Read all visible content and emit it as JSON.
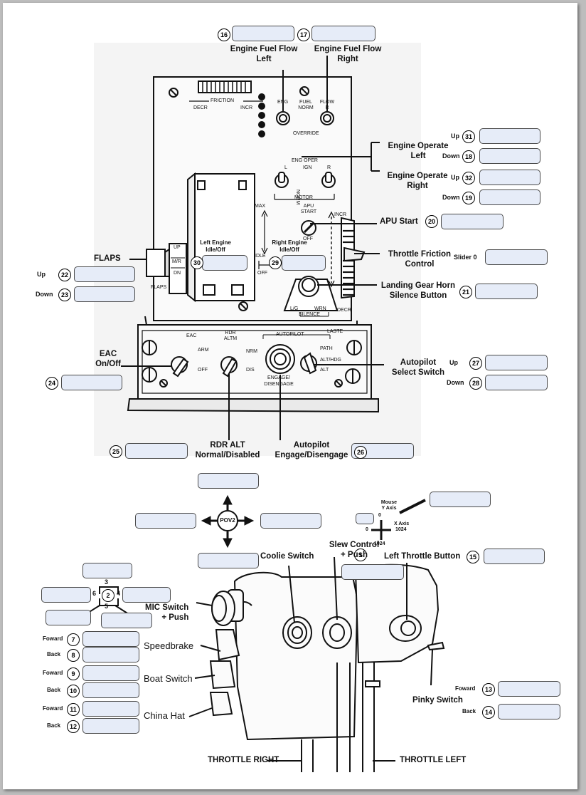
{
  "labels": {
    "engine_fuel_left": "Engine Fuel Flow\nLeft",
    "engine_fuel_right": "Engine Fuel Flow\nRight",
    "engine_operate_left": "Engine Operate\nLeft",
    "engine_operate_right": "Engine Operate\nRight",
    "apu_start": "APU Start",
    "throttle_friction": "Throttle Friction\nControl",
    "landing_gear_horn": "Landing Gear Horn\nSilence Button",
    "flaps": "FLAPS",
    "left_engine_idle": "Left Engine\nIdle/Off",
    "right_engine_idle": "Right Engine\nIdle/Off",
    "eac": "EAC\nOn/Off",
    "autopilot_select": "Autopilot\nSelect Switch",
    "rdr_alt": "RDR ALT\nNormal/Disabled",
    "autopilot_engage": "Autopilot\nEngage/Disengage",
    "coolie_switch": "Coolie Switch",
    "slew_control": "Slew Control\n+ Push",
    "left_throttle_button": "Left Throttle Button",
    "mic_switch": "MIC Switch\n+ Push",
    "speedbrake": "Speedbrake",
    "boat_switch": "Boat Switch",
    "china_hat": "China Hat",
    "pinky_switch": "Pinky Switch",
    "throttle_right": "THROTTLE RIGHT",
    "throttle_left": "THROTTLE LEFT",
    "mouse_y_axis": "Mouse\nY Axis",
    "x_axis": "X Axis",
    "axis_zero_top": "0",
    "axis_zero_left": "0",
    "axis_1024_right": "1024",
    "axis_1024_bottom": "1024",
    "pov2": "POV2",
    "slider0": "Slider 0"
  },
  "small_labels": {
    "up": "Up",
    "down": "Down",
    "foward": "Foward",
    "back": "Back"
  },
  "numbers": {
    "n1": "1",
    "n2": "2",
    "n7": "7",
    "n8": "8",
    "n9": "9",
    "n10": "10",
    "n11": "11",
    "n12": "12",
    "n13": "13",
    "n14": "14",
    "n15": "15",
    "n16": "16",
    "n17": "17",
    "n18": "18",
    "n19": "19",
    "n20": "20",
    "n21": "21",
    "n22": "22",
    "n23": "23",
    "n24": "24",
    "n25": "25",
    "n26": "26",
    "n27": "27",
    "n28": "28",
    "n29": "29",
    "n30": "30",
    "n31": "31",
    "n32": "32"
  },
  "hat_positions": {
    "p3": "3",
    "p4": "4",
    "p5": "5",
    "p6": "6"
  },
  "panel": {
    "friction": "FRICTION",
    "decr": "DECR",
    "incr": "INCR",
    "eng": "ENG",
    "fuel_norm": "FUEL\nNORM",
    "flow_r": "FLOW\nR",
    "override": "OVERRIDE",
    "eng_oper": "ENG OPER",
    "l": "L",
    "ign": "IGN",
    "r": "R",
    "norm": "NORM",
    "motor": "MOTOR",
    "max": "MAX",
    "apu": "APU\nSTART",
    "off": "OFF",
    "idle": "IDLE",
    "off2": "OFF",
    "up": "UP",
    "mr": "M/R",
    "dn": "DN",
    "flaps": "FLAPS",
    "incr2": "INCR",
    "decr2": "DECR",
    "lg": "L/G",
    "wrn": "WRN",
    "silence": "SILENCE",
    "eac": "EAC",
    "arm": "ARM",
    "off3": "OFF",
    "rdr_altm": "RDR\nALTM",
    "nrm": "NRM",
    "dis": "DIS",
    "autopilot": "AUTOPILOT",
    "engage": "ENGAGE/\nDISENGAGE",
    "laste": "LASTE",
    "path": "PATH",
    "alt_hdg": "ALT/HDG",
    "alt": "ALT"
  },
  "colors": {
    "box_fill": "#e6ecf8",
    "box_border": "#4a4a4a",
    "line": "#111111"
  }
}
